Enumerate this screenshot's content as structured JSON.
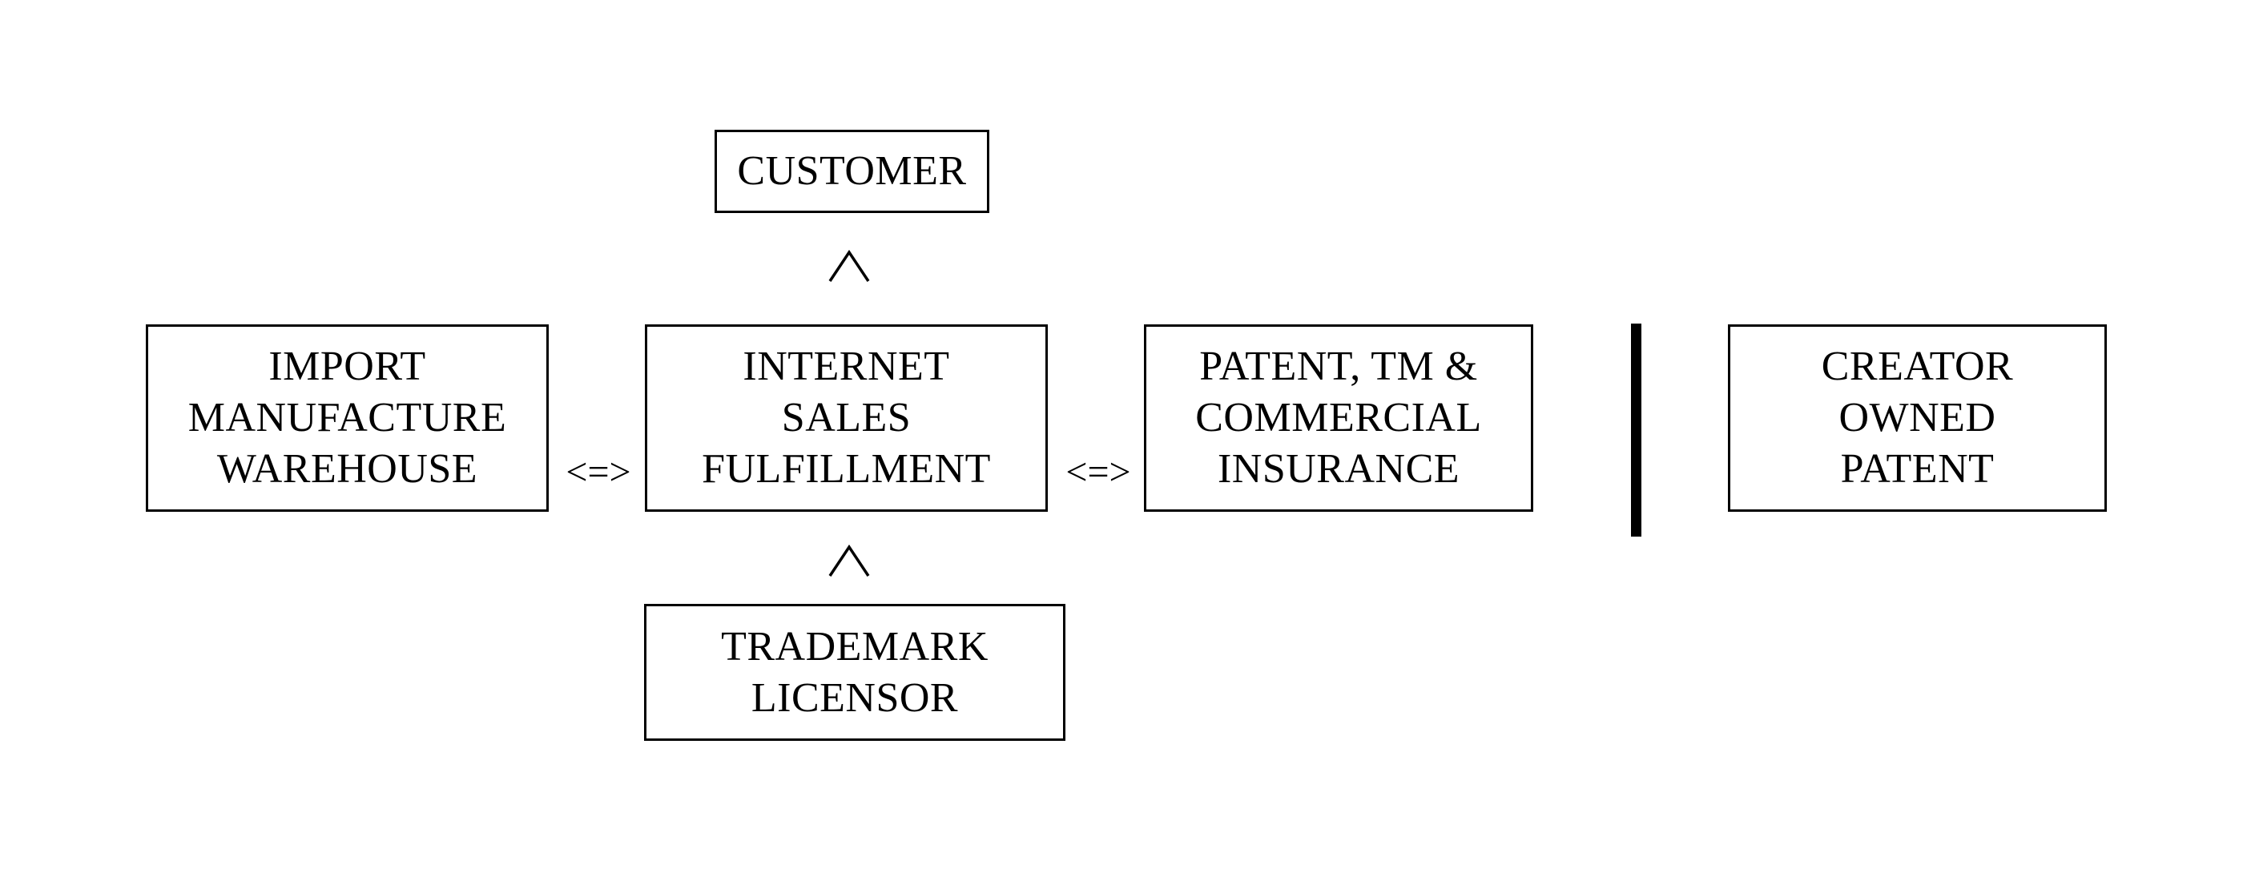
{
  "diagram": {
    "customer": {
      "lines": [
        "CUSTOMER"
      ]
    },
    "import_box": {
      "lines": [
        "IMPORT",
        "MANUFACTURE",
        "WAREHOUSE"
      ]
    },
    "internet_box": {
      "lines": [
        "INTERNET",
        "SALES",
        "FULFILLMENT"
      ]
    },
    "patent_box": {
      "lines": [
        "PATENT, TM &",
        "COMMERCIAL",
        "INSURANCE"
      ]
    },
    "creator_box": {
      "lines": [
        "CREATOR",
        "OWNED",
        "PATENT"
      ]
    },
    "trademark_box": {
      "lines": [
        "TRADEMARK",
        "LICENSOR"
      ]
    },
    "connectors": {
      "left": "<=>",
      "right": "<=>"
    },
    "arrows": {
      "up_symbol": "^"
    },
    "colors": {
      "stroke": "#000000",
      "background": "#ffffff"
    }
  }
}
